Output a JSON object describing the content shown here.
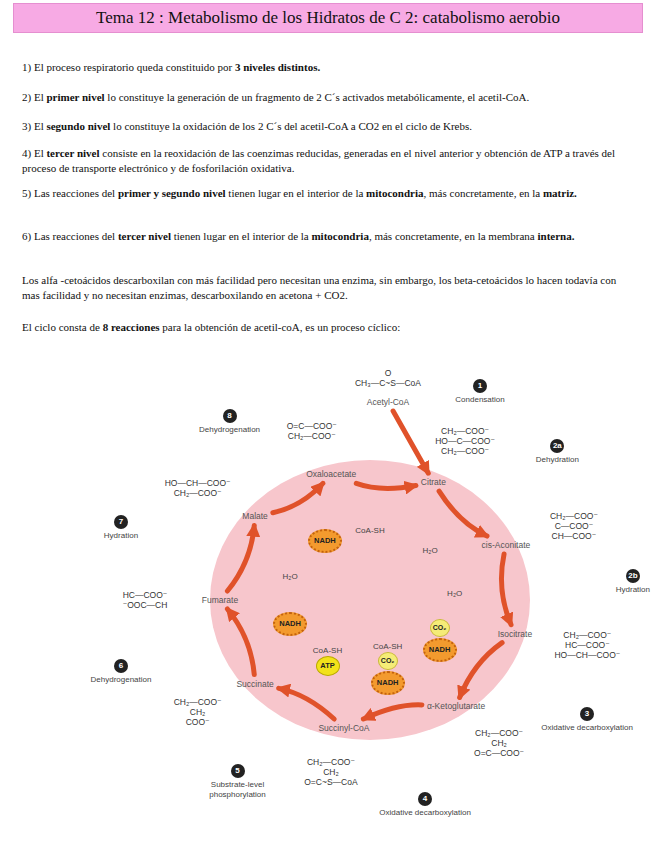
{
  "diagram": {
    "title": "Tema 12 : Metabolismo de los Hidratos de C 2: catabolismo aerobio",
    "nodes": [
      {
        "text": [
          "Acetyl-CoA"
        ]
      },
      {
        "text": [
          "Citrate"
        ]
      },
      {
        "text": [
          "cis-Aconitate"
        ]
      },
      {
        "text": [
          "Isocitrate"
        ]
      },
      {
        "text": [
          "α-Ketoglutarate"
        ]
      },
      {
        "text": [
          "Succinyl-CoA"
        ]
      },
      {
        "text": [
          "Succinate"
        ]
      },
      {
        "text": [
          "Fumarate"
        ]
      },
      {
        "text": [
          "Malate"
        ]
      },
      {
        "text": [
          "Oxaloacetate"
        ]
      },
      {
        "text": [
          "CO₂"
        ]
      },
      {
        "text": [
          "NADH"
        ]
      },
      {
        "text": [
          "CO₂"
        ]
      },
      {
        "text": [
          "NADH"
        ]
      },
      {
        "text": [
          "ATP"
        ]
      },
      {
        "text": [
          "NADH"
        ]
      },
      {
        "text": [
          "NADH"
        ]
      }
    ],
    "edges": [
      {
        "from": 0,
        "to": 1,
        "arrow": "to"
      },
      {
        "from": 9,
        "to": 1,
        "arrow": "to"
      },
      {
        "from": 1,
        "to": 2,
        "arrow": "to"
      },
      {
        "from": 2,
        "to": 3,
        "arrow": "to"
      },
      {
        "from": 3,
        "to": 4,
        "arrow": "to"
      },
      {
        "from": 4,
        "to": 5,
        "arrow": "to"
      },
      {
        "from": 5,
        "to": 6,
        "arrow": "to"
      },
      {
        "from": 6,
        "to": 7,
        "arrow": "to"
      },
      {
        "from": 7,
        "to": 8,
        "arrow": "to"
      },
      {
        "from": 8,
        "to": 9,
        "arrow": "to"
      }
    ],
    "labels": [
      "1) El proceso respiratorio queda constituido por",
      "3 niveles distintos.",
      "2) El",
      "primer nivel",
      "lo constituye la generación de un fragmento de 2 C´s activados metabólicamente, el acetil-CoA.",
      "3) El",
      "segundo nivel",
      "lo constituye la oxidación de los 2 C´s del acetil-CoA a CO2 en el ciclo de Krebs.",
      "4) El",
      "tercer nivel",
      "consiste en la reoxidación de las coenzimas reducidas, generadas en el nivel anterior y obtención de ATP a través del proceso de transporte electrónico y de fosforilación oxidativa.",
      "5) Las reacciones del",
      "primer y segundo nivel",
      "tienen lugar en el interior de la",
      "mitocondria",
      ", más concretamente, en la",
      "matriz.",
      "6) Las reacciones del",
      "tercer nivel",
      "tienen lugar en el interior de la",
      "mitocondria",
      ", más concretamente, en la membrana",
      "interna.",
      "Los alfa -cetoácidos descarboxilan con más facilidad pero necesitan una enzima, sin embargo, los beta-cetoácidos lo hacen todavía con mas facilidad y no necesitan enzimas, descarboxilando en acetona + CO2.",
      "El ciclo consta de",
      "8 reacciones",
      "para la obtención de acetil-coA, es un proceso cíclico:",
      "1",
      "Condensation",
      "2a",
      "Dehydration",
      "2b",
      "Hydration",
      "3",
      "Oxidative decarboxylation",
      "4",
      "Oxidative decarboxylation",
      "5",
      "Substrate-level phosphorylation",
      "6",
      "Dehydrogenation",
      "7",
      "Hydration",
      "8",
      "Dehydrogenation",
      "CoA-SH",
      "H₂O",
      "H₂O",
      "CoA-SH",
      "CoA-SH",
      "H₂O",
      "O",
      "CH₃—C~S—CoA",
      "CH₂—COO⁻",
      "HO—C—COO⁻",
      "CH₂—COO⁻",
      "CH₂—COO⁻",
      "C—COO⁻",
      "CH—COO⁻",
      "CH₂—COO⁻",
      "HC—COO⁻",
      "HO—CH—COO⁻",
      "CH₂—COO⁻",
      "CH₂",
      "O=C—COO⁻",
      "CH₂—COO⁻",
      "CH₂",
      "O=C~S—CoA",
      "CH₂—COO⁻",
      "CH₂",
      "COO⁻",
      "HC—COO⁻",
      "⁻OOC—CH",
      "HO—CH—COO⁻",
      "CH₂—COO⁻",
      "O=C—COO⁻",
      "CH₂—COO⁻"
    ]
  }
}
